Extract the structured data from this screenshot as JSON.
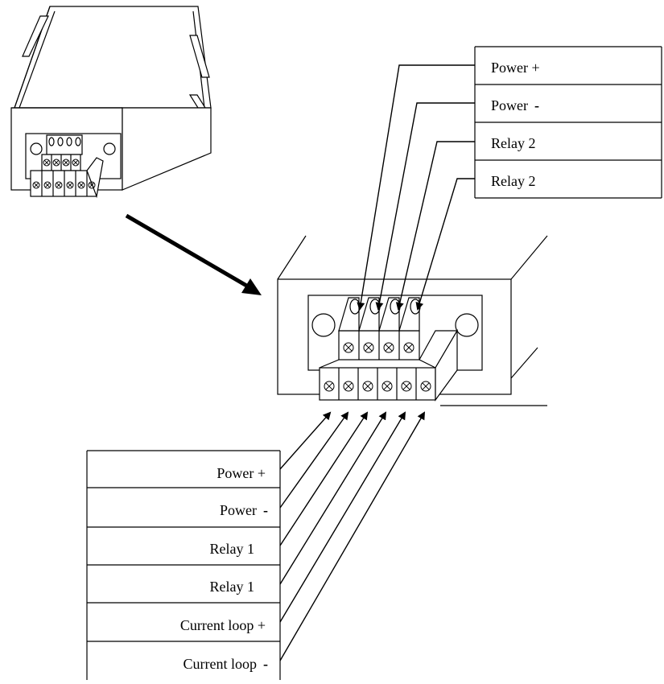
{
  "top_labels": [
    {
      "text": "Power +"
    },
    {
      "text": "Power",
      "sign": "-"
    },
    {
      "text": "Relay 2"
    },
    {
      "text": "Relay 2"
    }
  ],
  "bottom_labels": [
    {
      "text": "Power +"
    },
    {
      "text": "Power",
      "sign": "-"
    },
    {
      "text": "Relay 1"
    },
    {
      "text": "Relay 1"
    },
    {
      "text": "Current loop +"
    },
    {
      "text": "Current loop",
      "sign": "-"
    }
  ],
  "colors": {
    "line": "#000000",
    "background": "#ffffff"
  }
}
